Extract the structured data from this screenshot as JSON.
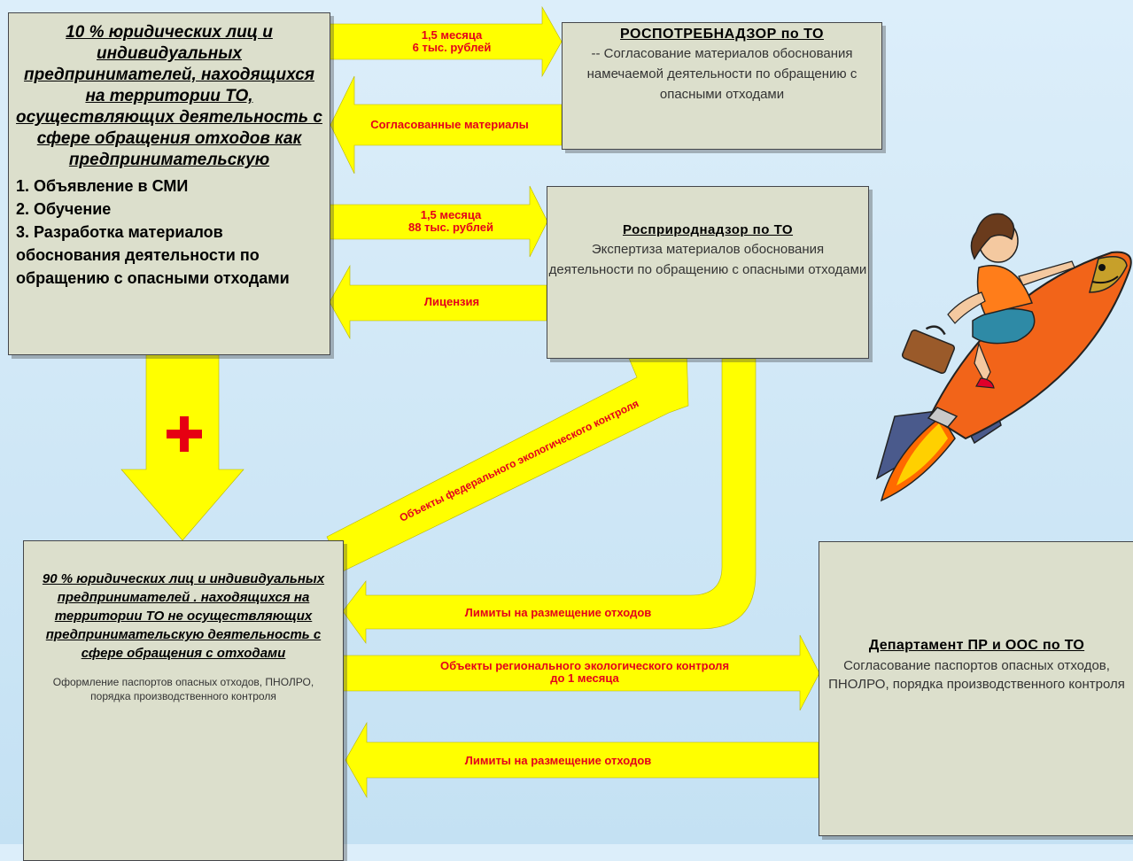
{
  "boxes": {
    "enterprise_10": {
      "title": "10 % юридических лиц и индивидуальных предпринимателей, находящихся на территории ТО, осуществляющих деятельность с сфере обращения отходов как предпринимательскую",
      "items": [
        "1. Объявление в СМИ",
        "2. Обучение",
        "3. Разработка материалов обоснования деятельности по обращению с опасными отходами"
      ]
    },
    "rospotrebnadzor": {
      "title": "РОСПОТРЕБНАДЗОР по ТО",
      "description": "-- Согласование материалов обоснования намечаемой деятельности по обращению с опасными отходами"
    },
    "rosprirodnadzor": {
      "title": "Росприроднадзор по ТО",
      "description": "Экспертиза материалов обоснования деятельности по обращению с опасными отходами"
    },
    "enterprise_90": {
      "title": "90 % юридических лиц и индивидуальных предпринимателей . находящихся на территории ТО не осуществляющих предпринимательскую деятельность с сфере обращения с отходами",
      "description": "Оформление паспортов опасных отходов, ПНОЛРО, порядка производственного контроля"
    },
    "department": {
      "title": "Департамент ПР и ООС по ТО",
      "description": "Согласование паспортов опасных отходов, ПНОЛРО, порядка производственного контроля"
    }
  },
  "arrows": {
    "to_rospotreb": [
      "1,5 месяца",
      "6 тыс. рублей"
    ],
    "from_rospotreb": "Согласованные материалы",
    "to_rospriroda": [
      "1,5 месяца",
      "88 тыс. рублей"
    ],
    "from_rospriroda": "Лицензия",
    "federal_control": "Объекты федерального экологического контроля",
    "limits_top": "Лимиты на размещение отходов",
    "regional_control": [
      "Объекты регионального экологического контроля",
      "до 1 месяца"
    ],
    "limits_bottom": "Лимиты на размещение отходов"
  },
  "icons": [
    "plus-icon",
    "rocket-girl-illustration"
  ],
  "colors": {
    "arrow_fill": "#ffff00",
    "label_red": "#e4001b",
    "box_fill": "#dcdfcc",
    "plus_red": "#e60012"
  }
}
